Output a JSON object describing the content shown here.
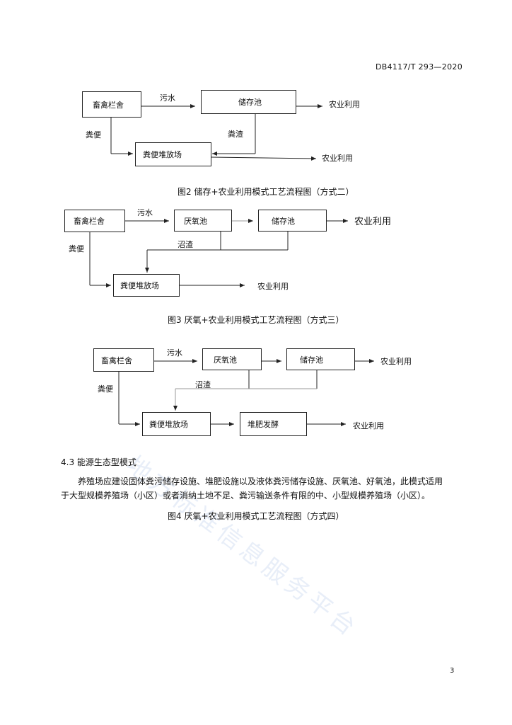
{
  "header": {
    "doc_code": "DB4117/T 293—2020"
  },
  "fig2": {
    "livestock_pen": "畜禽栏舍",
    "sewage": "污水",
    "storage_pool": "储存池",
    "agri_use_1": "农业利用",
    "manure": "粪便",
    "manure_residue": "粪渣",
    "manure_yard": "粪便堆放场",
    "agri_use_2": "农业利用",
    "caption": "图2  储存+农业利用模式工艺流程图（方式二）"
  },
  "fig3": {
    "livestock_pen": "畜禽栏舍",
    "sewage": "污水",
    "anaerobic_pool": "厌氧池",
    "storage_pool": "储存池",
    "agri_use_1": "农业利用",
    "manure": "粪便",
    "biogas_residue": "沼渣",
    "manure_yard": "粪便堆放场",
    "agri_use_2": "农业利用",
    "caption": "图3  厌氧+农业利用模式工艺流程图（方式三）"
  },
  "fig4": {
    "livestock_pen": "畜禽栏舍",
    "sewage": "污水",
    "anaerobic_pool": "厌氧池",
    "storage_pool": "储存池",
    "agri_use_1": "农业利用",
    "manure": "粪便",
    "biogas_residue": "沼渣",
    "manure_yard": "粪便堆放场",
    "compost": "堆肥发酵",
    "agri_use_2": "农业利用",
    "caption": "图4  厌氧+农业利用模式工艺流程图（方式四）"
  },
  "section": {
    "heading": "4.3  能源生态型模式",
    "para_line1": "养殖场应建设固体粪污储存设施、堆肥设施以及液体粪污储存设施、厌氧池、好氧池，此模式适用",
    "para_line2": "于大型规模养殖场（小区）或者消纳土地不足、粪污输送条件有限的中、小型规模养殖场（小区）。"
  },
  "watermark": "地方标准信息服务平台",
  "page_number": "3"
}
